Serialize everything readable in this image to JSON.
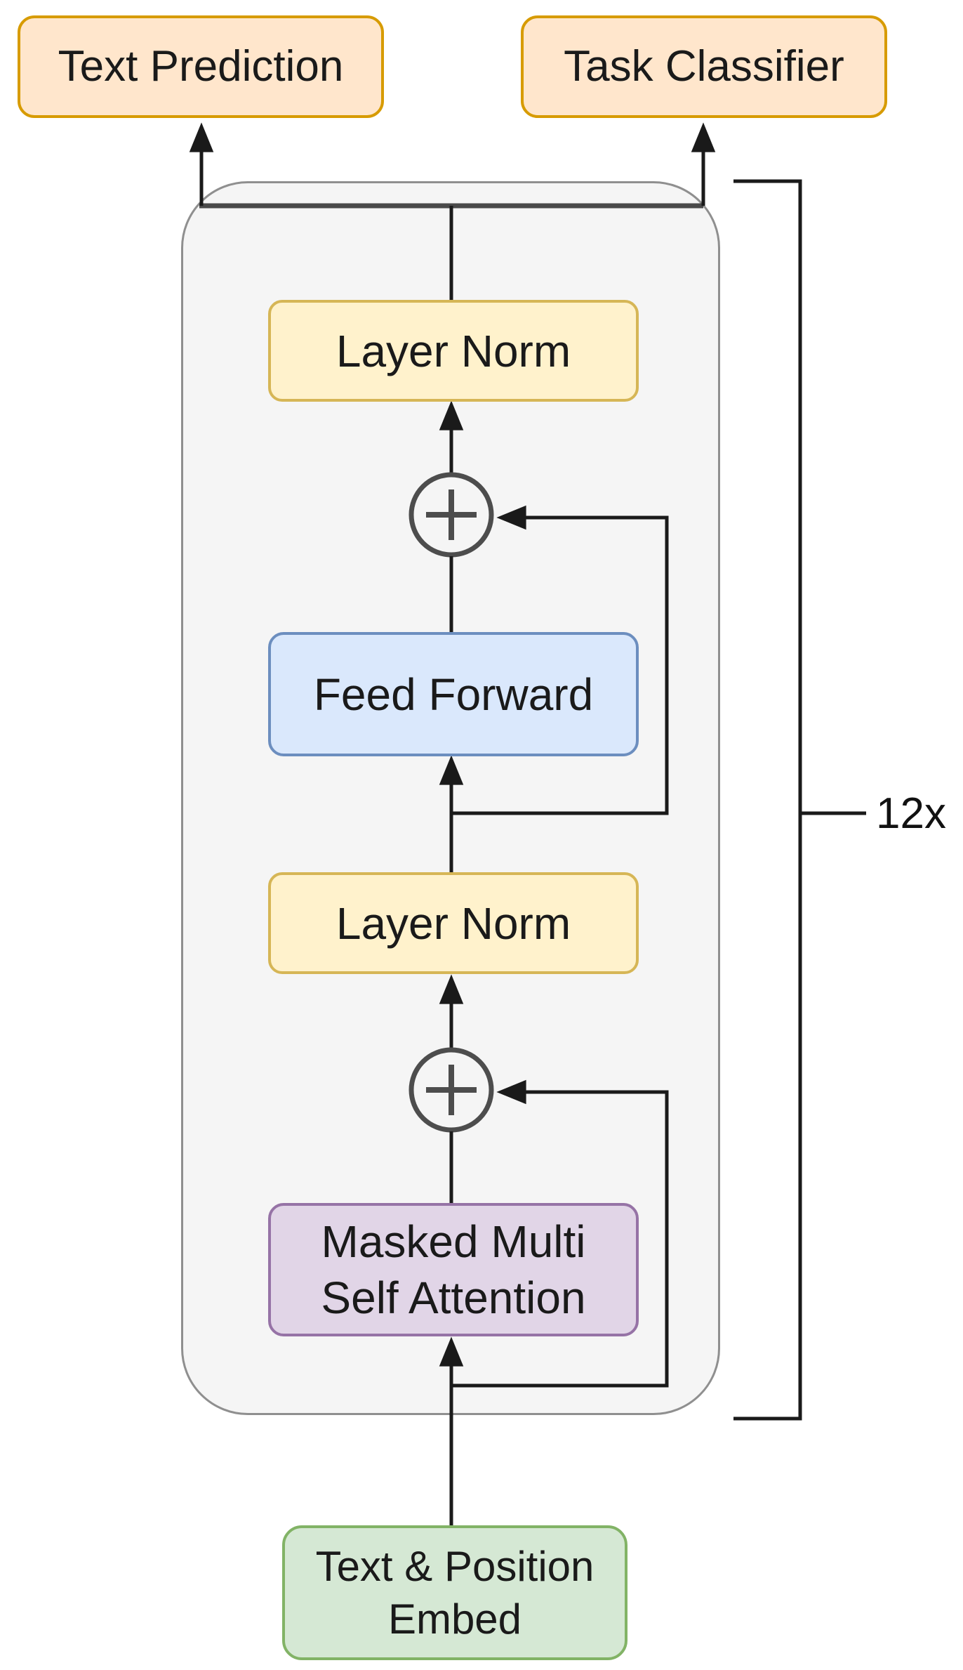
{
  "outputs": {
    "text_prediction": "Text Prediction",
    "task_classifier": "Task Classifier"
  },
  "block": {
    "repeat_count": "12x",
    "layer_norm_top": "Layer Norm",
    "feed_forward": "Feed Forward",
    "layer_norm_bottom": "Layer Norm",
    "masked_attention_line1": "Masked Multi",
    "masked_attention_line2": "Self Attention",
    "add_operator": "+"
  },
  "input": {
    "embed_line1": "Text & Position",
    "embed_line2": "Embed"
  },
  "colors": {
    "output_box_fill": "#FFE6CC",
    "output_box_border": "#D79B00",
    "layer_norm_fill": "#FFF2CC",
    "layer_norm_border": "#D6B656",
    "feed_forward_fill": "#DAE8FC",
    "feed_forward_border": "#6C8EBF",
    "attention_fill": "#E1D5E7",
    "attention_border": "#9673A6",
    "embed_fill": "#D5E8D4",
    "embed_border": "#82B366",
    "block_frame_fill": "#F5F5F5",
    "block_frame_border": "#8F8F8F",
    "line_color": "#1A1A1A",
    "text_color": "#1A1A1A"
  }
}
